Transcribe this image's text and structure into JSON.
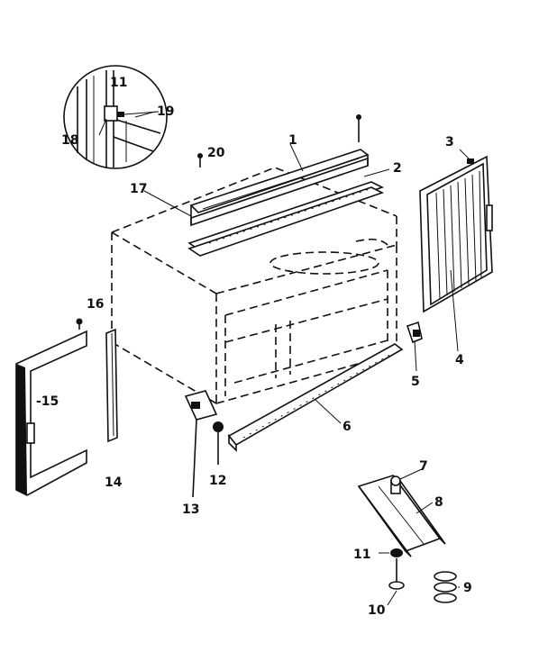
{
  "callouts": {
    "c1": "1",
    "c2": "2",
    "c3": "3",
    "c4": "4",
    "c5": "5",
    "c6": "6",
    "c7": "7",
    "c8": "8",
    "c9": "9",
    "c10": "10",
    "c11": "11",
    "c12": "12",
    "c13": "13",
    "c14": "14",
    "c15": "-15",
    "c16": "16",
    "c17": "17",
    "c18": "18",
    "c19": "19",
    "c20": "20",
    "c21": "11"
  }
}
